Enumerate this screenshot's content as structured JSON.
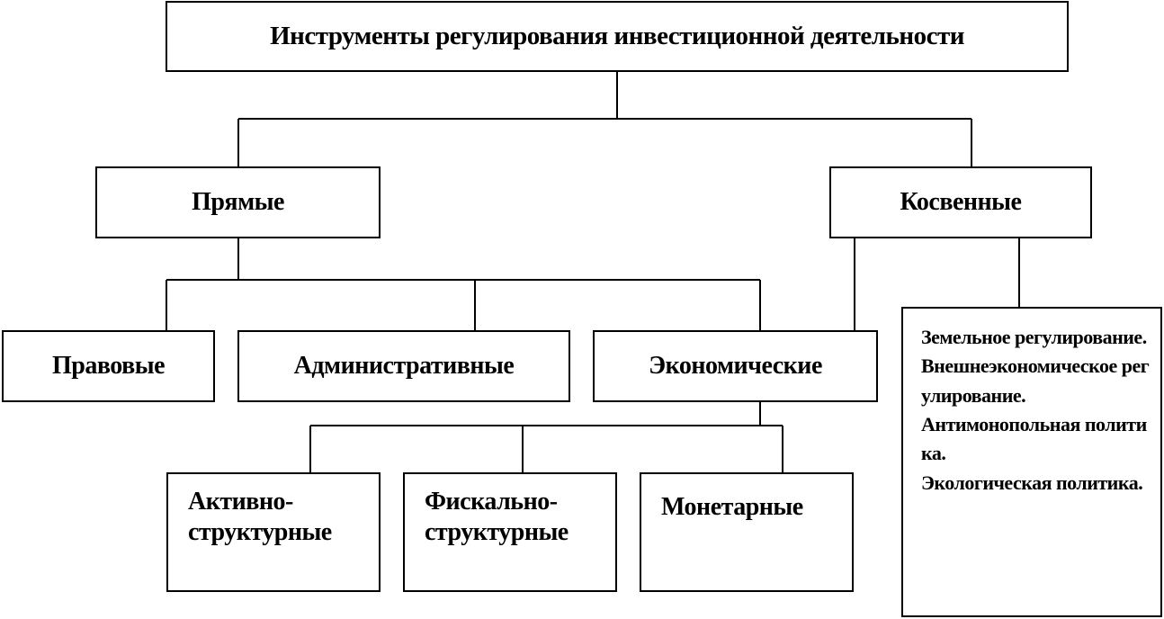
{
  "diagram": {
    "root": "Инструменты регулирования инвестиционной деятельности",
    "direct": "Прямые",
    "indirect": "Косвенные",
    "legal": "Правовые",
    "administrative": "Административные",
    "economic": "Экономические",
    "active_structural": "Активно-структурные",
    "fiscal_structural": "Фискально-структурные",
    "monetary": "Монетарные",
    "indirect_list": [
      "Земельное регулирование.",
      "Внешнеэкономическое регулирование.",
      "Антимонопольная политика.",
      "Экологическая политика."
    ]
  },
  "colors": {
    "line": "#000000",
    "box_border": "#000000",
    "background": "#ffffff"
  }
}
